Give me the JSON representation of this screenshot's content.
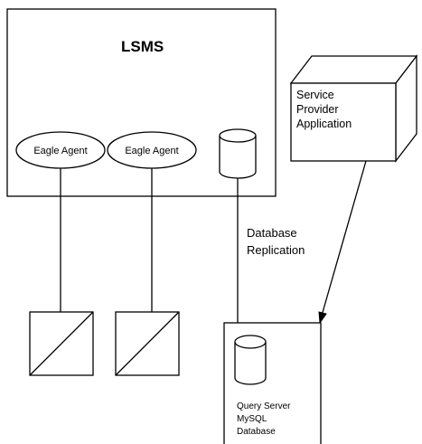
{
  "diagram": {
    "lsms_title": "LSMS",
    "agent_1_label": "Eagle Agent",
    "agent_2_label": "Eagle Agent",
    "replication_label_line1": "Database",
    "replication_label_line2": "Replication",
    "service_provider_line1": "Service",
    "service_provider_line2": "Provider",
    "service_provider_line3": "Application",
    "query_server_line1": "Query Server",
    "query_server_line2": "MySQL",
    "query_server_line3": "Database"
  }
}
